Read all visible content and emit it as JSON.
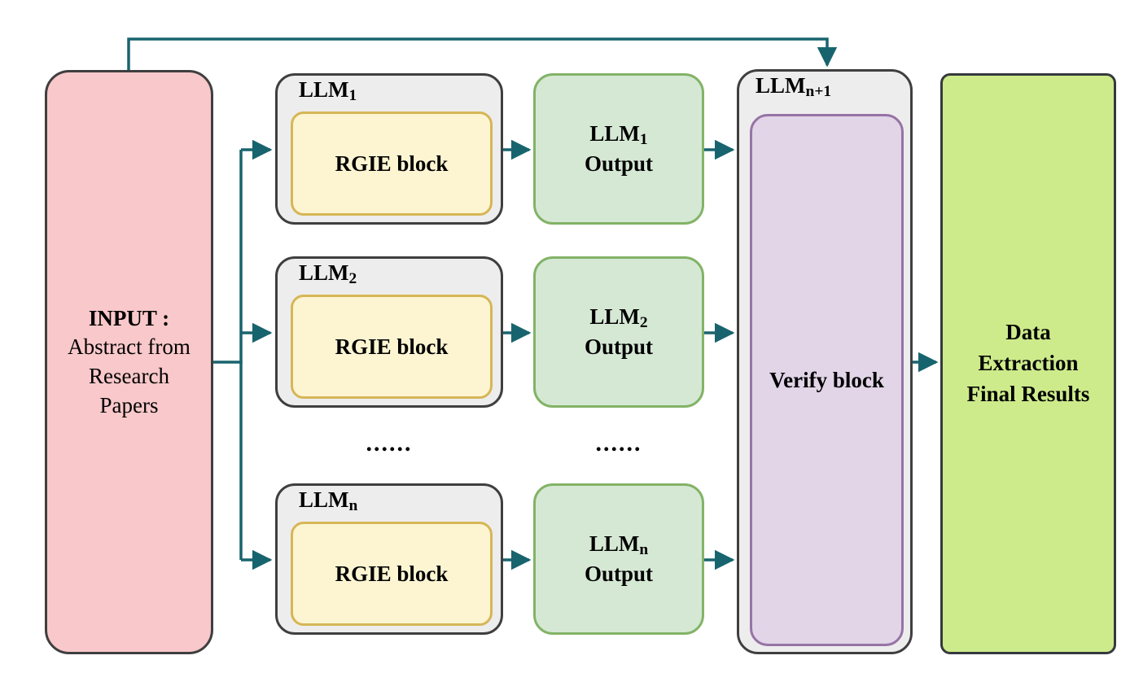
{
  "colors": {
    "arrow": "#18646e",
    "input_fill": "#f9c8ca",
    "container_fill": "#ededed",
    "container_border": "#3f3f3f",
    "rgie_fill": "#fdf5d2",
    "rgie_border": "#d6b656",
    "output_fill": "#d5e8d4",
    "output_border": "#82b366",
    "verify_fill": "#e1d5e7",
    "verify_border": "#9673a6",
    "final_fill": "#cdeb8b",
    "final_border": "#36393d"
  },
  "input": {
    "title": "INPUT :",
    "body_lines": [
      "Abstract from",
      "Research",
      "Papers"
    ]
  },
  "rows": [
    {
      "llm_base": "LLM",
      "llm_sub": "1",
      "rgie": "RGIE block",
      "out_base": "LLM",
      "out_sub": "1",
      "out_label": "Output"
    },
    {
      "llm_base": "LLM",
      "llm_sub": "2",
      "rgie": "RGIE block",
      "out_base": "LLM",
      "out_sub": "2",
      "out_label": "Output"
    },
    {
      "llm_base": "LLM",
      "llm_sub": "n",
      "rgie": "RGIE block",
      "out_base": "LLM",
      "out_sub": "n",
      "out_label": "Output"
    }
  ],
  "ellipsis": {
    "left": "......",
    "right": "......"
  },
  "verify": {
    "label_base": "LLM",
    "label_sub": "n+1",
    "block": "Verify block"
  },
  "final": {
    "lines": [
      "Data",
      "Extraction",
      "Final Results"
    ]
  }
}
